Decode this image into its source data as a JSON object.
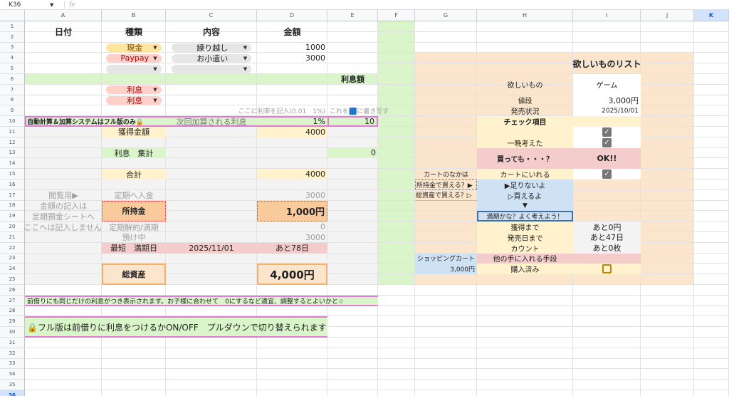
{
  "name_box": "K36",
  "fx": "fx",
  "columns": [
    "A",
    "B",
    "C",
    "D",
    "E",
    "F",
    "G",
    "H",
    "I",
    "J",
    "K"
  ],
  "selected_column": "K",
  "selected_row": 36,
  "row_count": 36,
  "ledger": {
    "headers": {
      "date": "日付",
      "type": "種類",
      "content": "内容",
      "amount": "金額"
    },
    "entries": [
      {
        "type": "現金",
        "content": "繰り越し",
        "amount": "1000"
      },
      {
        "type": "Paypay",
        "content": "お小遣い",
        "amount": "3000"
      },
      {
        "type": "",
        "content": "",
        "amount": ""
      }
    ],
    "interest_header": "利息額",
    "interest_rows": [
      "利息",
      "利息"
    ],
    "rate_hint": "ここに利率を記入(0.01　1%)",
    "copy_hint": "これを🟦に書き写す"
  },
  "summary": {
    "full_version_note": "自動計算＆加算システムはフル版のみ🔒",
    "next_interest_label": "次回加算される利息",
    "rate": "1%",
    "next_interest": "10",
    "earned_label": "獲得金額",
    "earned": "4000",
    "interest_total_label": "利息　集計",
    "interest_total": "0",
    "total_label": "合計",
    "total": "4000",
    "view_only": [
      "閲覧用▶",
      "金額の記入は",
      "定期預金シートへ",
      "ここへは記入しません"
    ],
    "deposit_label": "定期へ入金",
    "deposit": "3000",
    "cash_label": "所持金",
    "cash": "1,000円",
    "withdraw_label": "定期解約/満期",
    "withdraw": "0",
    "held_label": "預け中",
    "held": "3000",
    "maturity_label": "最短　満期日",
    "maturity_date": "2025/11/01",
    "maturity_remaining": "あと78日",
    "assets_label": "総資産",
    "assets": "4,000円",
    "note1": "前借りにも同じだけの利息がつき表示されます。お子様に合わせて　0にするなど適宜、調整するとよいかと☆",
    "note2": "🔒フル版は前借りに利息をつけるかON/OFF　プルダウンで切り替えられます"
  },
  "wishlist": {
    "title": "欲しいものリスト",
    "item_label": "欲しいもの",
    "item": "ゲーム",
    "price_label": "値段",
    "price": "3,000円",
    "release_label": "発売状況",
    "release": "2025/10/01",
    "check_label": "チェック項目",
    "check1": true,
    "slept_label": "一晩考えた",
    "slept": true,
    "buy_label": "買っても・・・？",
    "buy_result": "OK!!",
    "cart_q": "カートのなかは",
    "cart_label": "カートにいれる",
    "cart": true,
    "cash_q": "所持金で買える？▶",
    "cash_a": "▶足りないよ",
    "assets_q": "総資産で買える？▷",
    "assets_a": "▷買えるよ",
    "arrow": "▼",
    "advice": "満期かな？よく考えよう！",
    "until_earn_label": "獲得まで",
    "until_earn": "あと0円",
    "until_release_label": "発売日まで",
    "until_release": "あと47日",
    "count_label": "カウント",
    "count": "あと0枚",
    "shopping_cart_label": "ショッピングカート",
    "shopping_cart": "3,000円",
    "other_means_label": "他の手に入れる手段",
    "purchased_label": "購入済み",
    "purchased": false
  },
  "colors": {
    "green": "#d9f5c9",
    "yellow": "#fff2cc",
    "pink": "#f4cccc",
    "orange": "#f9cb9c",
    "peach": "#fce5cd",
    "blue": "#cfe2f3"
  }
}
